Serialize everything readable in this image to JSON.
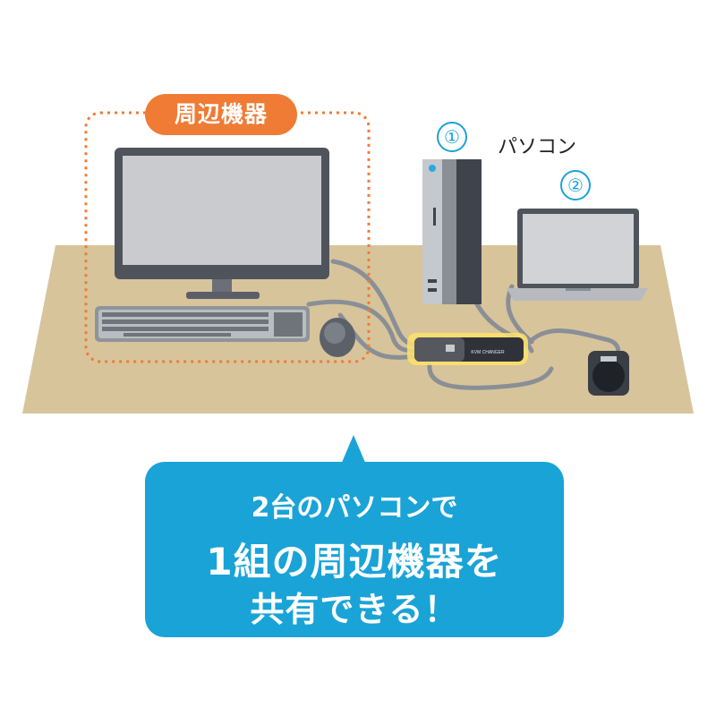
{
  "peripherals_label": "周辺機器",
  "pc_label": "パソコン",
  "pc_numbers": [
    "①",
    "②"
  ],
  "kvm_label": "KVM CHANGER",
  "callout": {
    "line1": "2台のパソコンで",
    "line2": "1組の周辺機器を",
    "line3": "共有できる！"
  },
  "colors": {
    "accent_orange": "#f07b34",
    "accent_blue": "#1aa3d7",
    "desk": "#d7c49b"
  }
}
